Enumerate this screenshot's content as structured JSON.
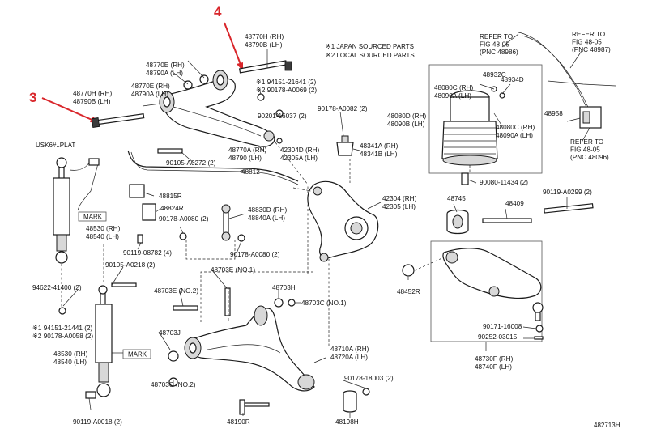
{
  "callouts": {
    "c3": "3",
    "c4": "4",
    "color": "#d9262b"
  },
  "notes": {
    "japan": "※1 JAPAN SOURCED PARTS",
    "local": "※2 LOCAL SOURCED PARTS",
    "usk": "USK6#..PLAT",
    "mark1": "MARK",
    "mark2": "MARK",
    "figure_id": "482713H"
  },
  "refs": {
    "r1": [
      "REFER TO",
      "FIG 48-05",
      "(PNC 48986)"
    ],
    "r2": [
      "REFER TO",
      "FIG 48-05",
      "(PNC 48987)"
    ],
    "r3": [
      "REFER TO",
      "FIG 48-05",
      "(PNC 48096)"
    ]
  },
  "labels": [
    [
      "48770H (RH)",
      "48790B (LH)"
    ],
    [
      "48770E (RH)",
      "48790A (LH)"
    ],
    [
      "48770E (RH)",
      "48790A (LH)"
    ],
    [
      "48770H (RH)",
      "48790B (LH)"
    ],
    [
      "※1 94151-21641 (2)",
      "※2 90178-A0069 (2)"
    ],
    [
      "90201-16037 (2)"
    ],
    [
      "90178-A0082 (2)"
    ],
    [
      "48341A (RH)",
      "48341B (LH)"
    ],
    [
      "42304D (RH)",
      "42305A (LH)"
    ],
    [
      "48770A (RH)",
      "48790 (LH)"
    ],
    [
      "90105-A0272 (2)"
    ],
    [
      "48812"
    ],
    [
      "48815R"
    ],
    [
      "48824R"
    ],
    [
      "48830D (RH)",
      "48840A (LH)"
    ],
    [
      "90178-A0080 (2)"
    ],
    [
      "90178-A0080 (2)"
    ],
    [
      "42304 (RH)",
      "42305 (LH)"
    ],
    [
      "90119-08782 (4)"
    ],
    [
      "48530 (RH)",
      "48540 (LH)"
    ],
    [
      "90105-A0218 (2)"
    ],
    [
      "48703E (NO.1)"
    ],
    [
      "94622-41400 (2)"
    ],
    [
      "48703E (NO.2)"
    ],
    [
      "48703H"
    ],
    [
      "48703C (NO.1)"
    ],
    [
      "※1 94151-21441 (2)",
      "※2 90178-A0058 (2)"
    ],
    [
      "48703J"
    ],
    [
      "48530 (RH)",
      "48540 (LH)"
    ],
    [
      "48710A (RH)",
      "48720A (LH)"
    ],
    [
      "90178-18003 (2)"
    ],
    [
      "48703C (NO.2)"
    ],
    [
      "90119-A0018 (2)"
    ],
    [
      "48190R"
    ],
    [
      "48198H"
    ],
    [
      "48932C"
    ],
    [
      "48934D"
    ],
    [
      "48080C (RH)",
      "48090A (LH)"
    ],
    [
      "48080D (RH)",
      "48090B (LH)"
    ],
    [
      "48080C (RH)",
      "48090A (LH)"
    ],
    [
      "48958"
    ],
    [
      "90080-11434 (2)"
    ],
    [
      "48745"
    ],
    [
      "48409"
    ],
    [
      "90119-A0299 (2)"
    ],
    [
      "48452R"
    ],
    [
      "90171-16008"
    ],
    [
      "90252-03015"
    ],
    [
      "48730F (RH)",
      "48740F (LH)"
    ]
  ]
}
